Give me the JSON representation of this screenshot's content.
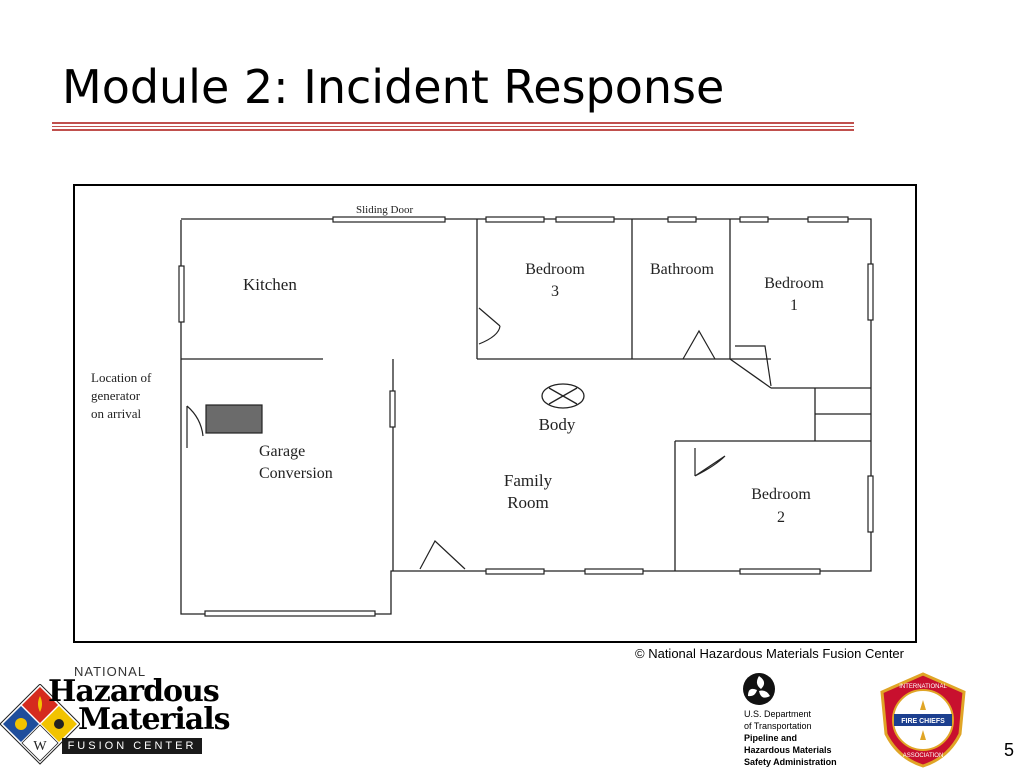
{
  "slide": {
    "title": "Module 2: Incident Response",
    "copyright": "© National Hazardous Materials Fusion Center",
    "page_number": "5"
  },
  "floorplan": {
    "labels": {
      "sliding_door": "Sliding Door",
      "kitchen": "Kitchen",
      "bedroom3_line1": "Bedroom",
      "bedroom3_line2": "3",
      "bathroom": "Bathroom",
      "bedroom1_line1": "Bedroom",
      "bedroom1_line2": "1",
      "generator_line1": "Location of",
      "generator_line2": "generator",
      "generator_line3": "on arrival",
      "body": "Body",
      "garage_line1": "Garage",
      "garage_line2": "Conversion",
      "family_line1": "Family",
      "family_line2": "Room",
      "bedroom2_line1": "Bedroom",
      "bedroom2_line2": "2"
    },
    "colors": {
      "generator_fill": "#6b6b6b",
      "walls": "#222222"
    }
  },
  "logos": {
    "nhmfc": {
      "national": "NATIONAL",
      "hazardous": "Hazardous",
      "materials": "Materials",
      "fusion_center": "FUSION CENTER",
      "colors": {
        "blue": "#1f4e9c",
        "red": "#d52b1e",
        "yellow": "#f2c300",
        "white": "#ffffff"
      }
    },
    "dot": {
      "line1": "U.S. Department",
      "line2": "of Transportation",
      "line3": "Pipeline and",
      "line4": "Hazardous Materials",
      "line5": "Safety Administration"
    },
    "iafc": {
      "top_text": "INTERNATIONAL",
      "middle_text": "FIRE CHIEFS",
      "bottom_text": "ASSOCIATION",
      "colors": {
        "red": "#c8102e",
        "gold": "#e0a526",
        "blue": "#1c3f8f"
      }
    }
  }
}
